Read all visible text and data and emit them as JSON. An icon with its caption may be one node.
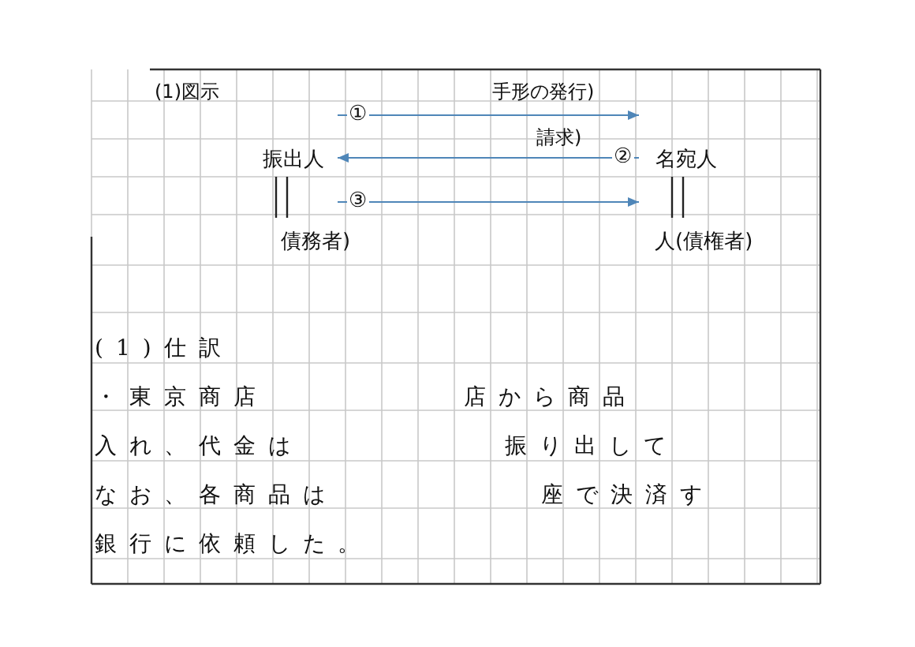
{
  "diagram": {
    "nodes": [
      {
        "text": [
          "振出人"
        ],
        "beside": [
          "債務者)"
        ]
      },
      {
        "text": [
          "名宛人"
        ],
        "beside": [
          "人(債権者)"
        ]
      }
    ],
    "edges": [
      {
        "from": 0,
        "to": 1,
        "arrow": "to",
        "label": "①"
      },
      {
        "from": 1,
        "to": 0,
        "arrow": "to",
        "label": "②"
      },
      {
        "from": 0,
        "to": 1,
        "arrow": "to",
        "label": "③"
      }
    ],
    "labels": [
      "(1)図示",
      "手形の発行)",
      "請求)",
      "(1)仕訳",
      "・東京商店",
      "店から商品",
      "入れ、代金は",
      "振り出して",
      "なお、各商品は",
      "座で決済す",
      "銀行に依頼した。"
    ]
  }
}
